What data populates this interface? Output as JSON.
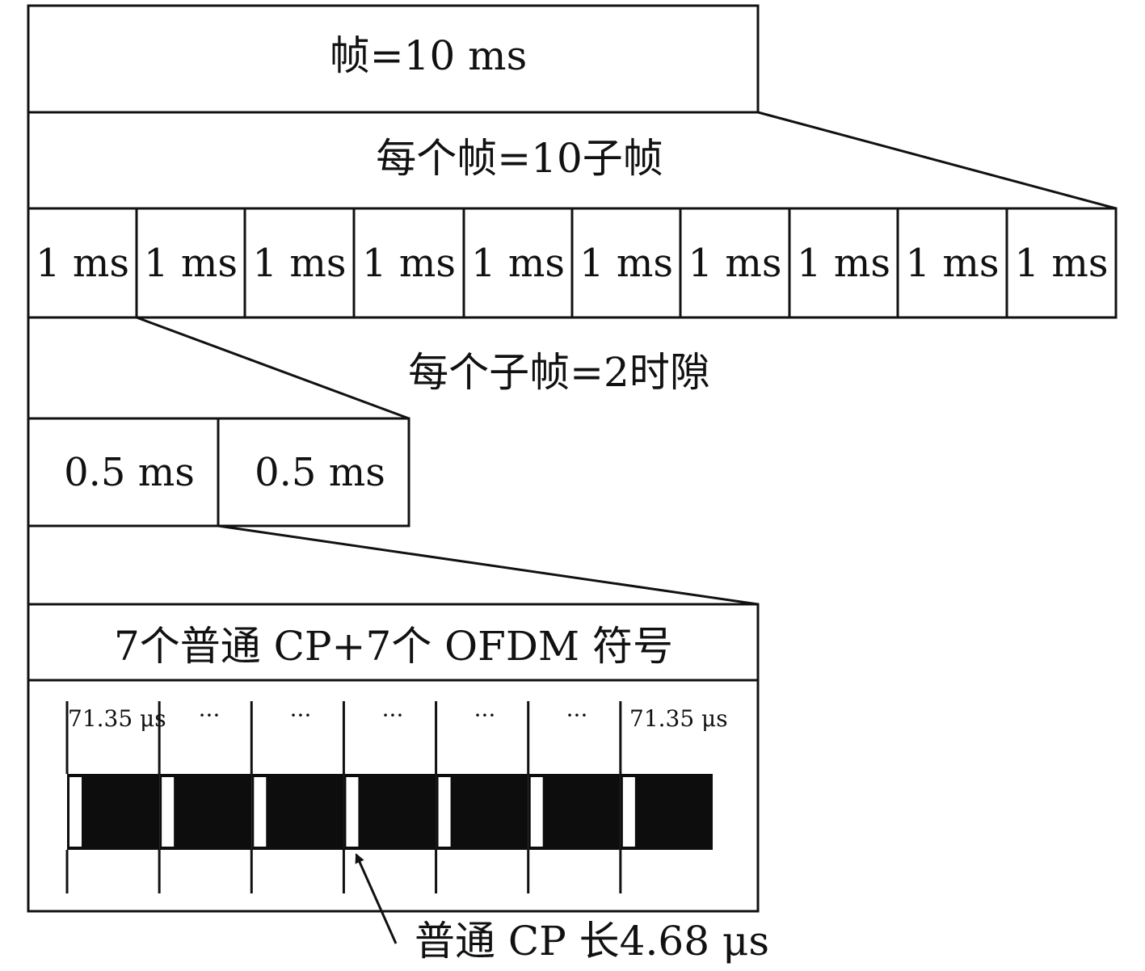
{
  "frame": {
    "label": "帧=10 ms"
  },
  "subframe_section": {
    "label": "每个帧=10子帧",
    "subframes": [
      "1 ms",
      "1 ms",
      "1 ms",
      "1 ms",
      "1 ms",
      "1 ms",
      "1 ms",
      "1 ms",
      "1 ms",
      "1 ms"
    ]
  },
  "slot_section": {
    "label": "每个子帧=2时隙",
    "slots": [
      "0.5 ms",
      "0.5 ms"
    ]
  },
  "symbol_section": {
    "label": "7个普通 CP+7个 OFDM 符号",
    "first_duration": "71.35 μs",
    "last_duration": "71.35 μs",
    "ellipsis": [
      "···",
      "···",
      "···",
      "···",
      "···"
    ],
    "cp_label": "普通 CP 长4.68 μs",
    "symbol_count": 7
  },
  "colors": {
    "ink": "#111111",
    "symbol_fill": "#0d0d0d",
    "cp_fill": "#ffffff",
    "background": "#ffffff"
  }
}
